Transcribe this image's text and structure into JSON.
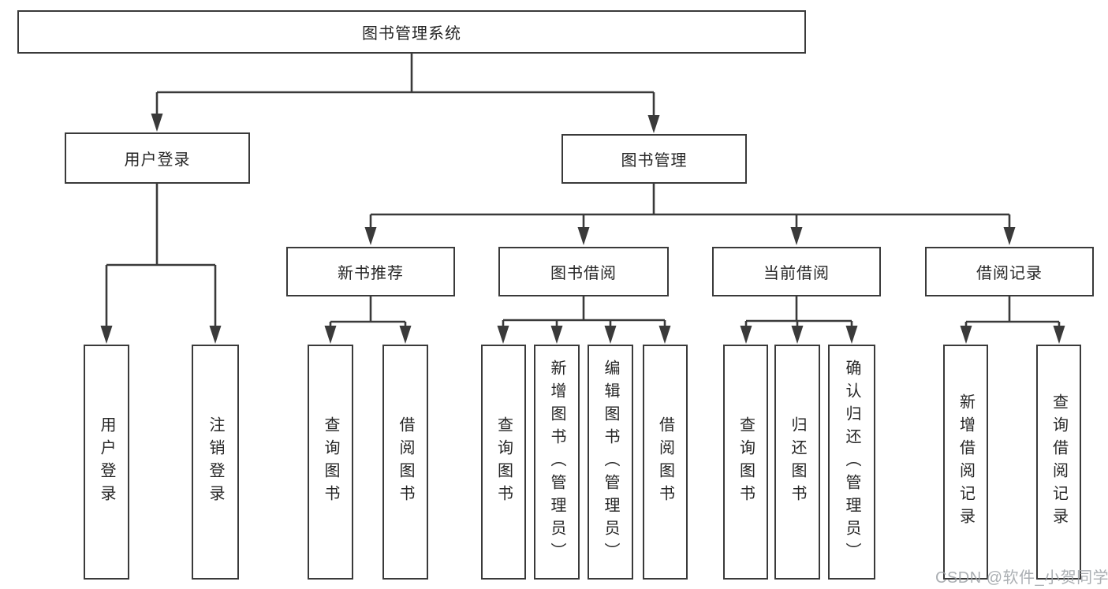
{
  "diagram_title": "图书管理系统",
  "tree": {
    "root": {
      "label": "图书管理系统"
    },
    "branches": [
      {
        "label": "用户登录",
        "children": [
          {
            "label": "用户登录"
          },
          {
            "label": "注销登录"
          }
        ]
      },
      {
        "label": "图书管理",
        "children": [
          {
            "label": "新书推荐",
            "children": [
              {
                "label": "查询图书"
              },
              {
                "label": "借阅图书"
              }
            ]
          },
          {
            "label": "图书借阅",
            "children": [
              {
                "label": "查询图书"
              },
              {
                "label": "新增图书（管理员）"
              },
              {
                "label": "编辑图书（管理员）"
              },
              {
                "label": "借阅图书"
              }
            ]
          },
          {
            "label": "当前借阅",
            "children": [
              {
                "label": "查询图书"
              },
              {
                "label": "归还图书"
              },
              {
                "label": "确认归还（管理员）"
              }
            ]
          },
          {
            "label": "借阅记录",
            "children": [
              {
                "label": "新增借阅记录"
              },
              {
                "label": "查询借阅记录"
              }
            ]
          }
        ]
      }
    ]
  },
  "watermark": {
    "text": "CSDN @软件_小贺同学"
  },
  "colors": {
    "line": "#3a3a3a",
    "text": "#262626",
    "background": "#ffffff",
    "watermark": "#9ca1a6"
  }
}
